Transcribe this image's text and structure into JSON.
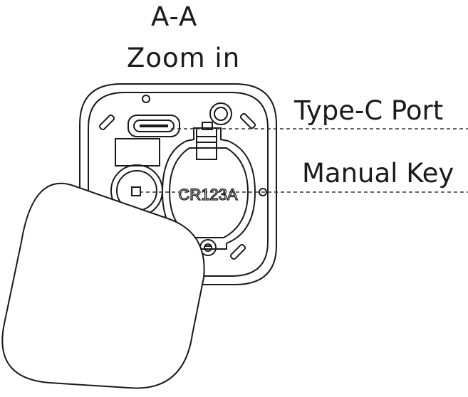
{
  "title": {
    "line1": "A-A",
    "line2": "Zoom in"
  },
  "callouts": {
    "type_c_port": "Type-C Port",
    "manual_key": "Manual Key"
  },
  "battery": {
    "label": "CR123A"
  },
  "colors": {
    "stroke": "#1a1a1a",
    "background": "#ffffff",
    "leader_line": "#333333"
  }
}
